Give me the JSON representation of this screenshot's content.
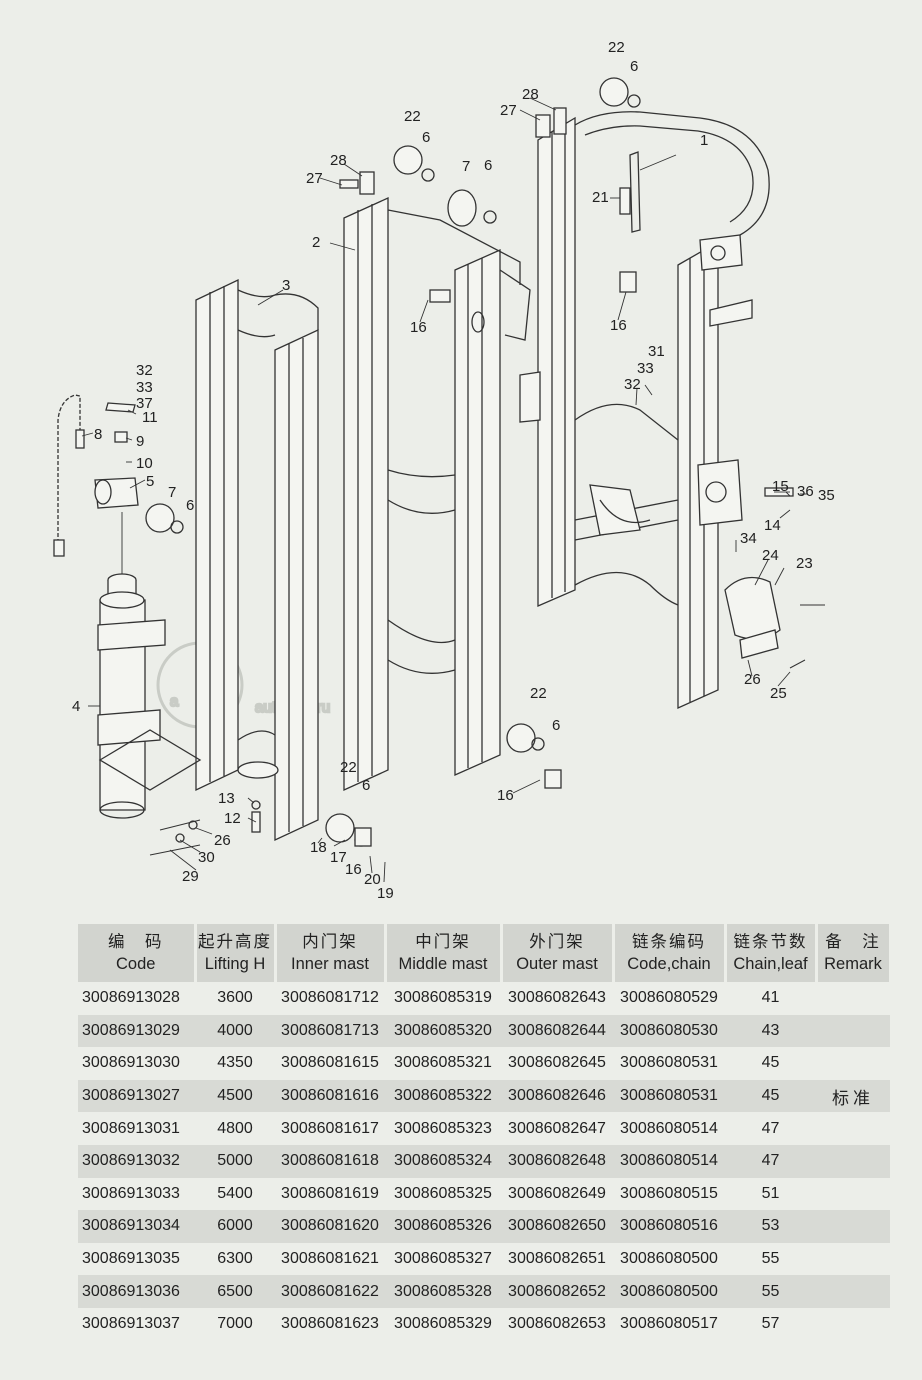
{
  "diagram": {
    "callouts": [
      "1",
      "2",
      "3",
      "4",
      "5",
      "6",
      "7",
      "8",
      "9",
      "10",
      "11",
      "12",
      "13",
      "14",
      "15",
      "16",
      "17",
      "18",
      "19",
      "20",
      "21",
      "22",
      "23",
      "24",
      "25",
      "26",
      "27",
      "28",
      "29",
      "30",
      "31",
      "32",
      "33",
      "34",
      "35",
      "36",
      "37"
    ],
    "watermark": "autopiter.ru"
  },
  "table": {
    "headers": [
      {
        "cn": "编　码",
        "en": "Code"
      },
      {
        "cn": "起升高度",
        "en": "Lifting H"
      },
      {
        "cn": "内门架",
        "en": "Inner mast"
      },
      {
        "cn": "中门架",
        "en": "Middle mast"
      },
      {
        "cn": "外门架",
        "en": "Outer mast"
      },
      {
        "cn": "链条编码",
        "en": "Code,chain"
      },
      {
        "cn": "链条节数",
        "en": "Chain,leaf"
      },
      {
        "cn": "备　注",
        "en": "Remark"
      }
    ],
    "rows": [
      [
        "30086913028",
        "3600",
        "30086081712",
        "30086085319",
        "30086082643",
        "30086080529",
        "41",
        ""
      ],
      [
        "30086913029",
        "4000",
        "30086081713",
        "30086085320",
        "30086082644",
        "30086080530",
        "43",
        ""
      ],
      [
        "30086913030",
        "4350",
        "30086081615",
        "30086085321",
        "30086082645",
        "30086080531",
        "45",
        ""
      ],
      [
        "30086913027",
        "4500",
        "30086081616",
        "30086085322",
        "30086082646",
        "30086080531",
        "45",
        "标准"
      ],
      [
        "30086913031",
        "4800",
        "30086081617",
        "30086085323",
        "30086082647",
        "30086080514",
        "47",
        ""
      ],
      [
        "30086913032",
        "5000",
        "30086081618",
        "30086085324",
        "30086082648",
        "30086080514",
        "47",
        ""
      ],
      [
        "30086913033",
        "5400",
        "30086081619",
        "30086085325",
        "30086082649",
        "30086080515",
        "51",
        ""
      ],
      [
        "30086913034",
        "6000",
        "30086081620",
        "30086085326",
        "30086082650",
        "30086080516",
        "53",
        ""
      ],
      [
        "30086913035",
        "6300",
        "30086081621",
        "30086085327",
        "30086082651",
        "30086080500",
        "55",
        ""
      ],
      [
        "30086913036",
        "6500",
        "30086081622",
        "30086085328",
        "30086082652",
        "30086080500",
        "55",
        ""
      ],
      [
        "30086913037",
        "7000",
        "30086081623",
        "30086085329",
        "30086082653",
        "30086080517",
        "57",
        ""
      ]
    ]
  }
}
